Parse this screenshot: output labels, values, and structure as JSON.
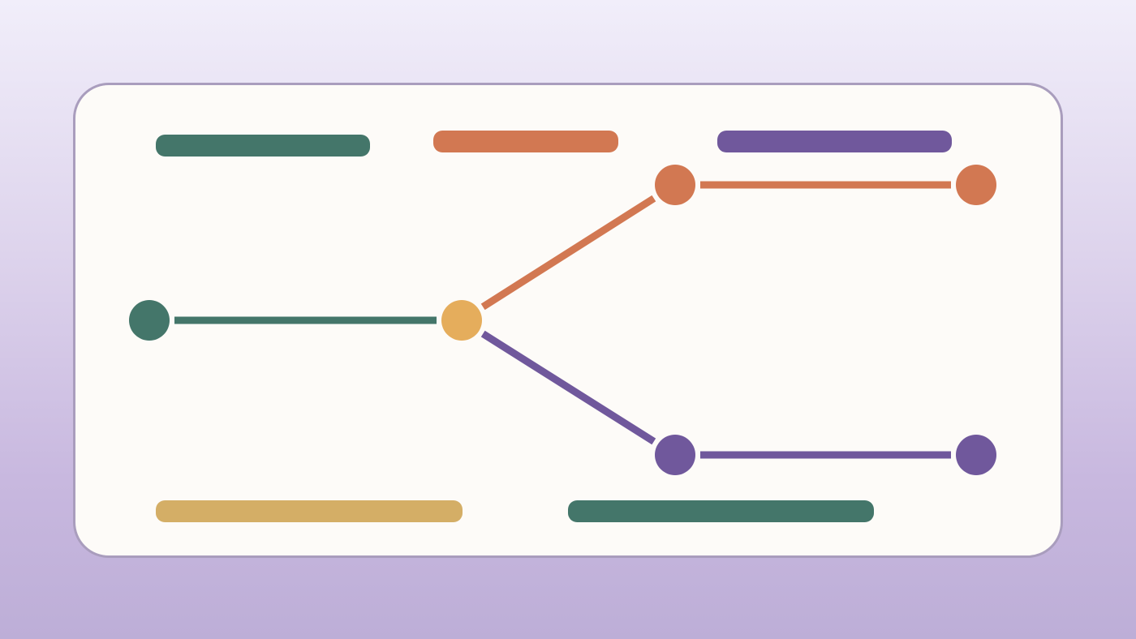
{
  "colors": {
    "background_top": "#f1eefa",
    "background_bottom": "#bdaed7",
    "card": "#fdfbf8",
    "card_border": "#a99dbd",
    "green": "#44766a",
    "orange": "#d27852",
    "purple": "#70589c",
    "yellow": "#e5ad5c",
    "mustard": "#d4ae66"
  },
  "nodes": [
    {
      "id": "start",
      "color": "green"
    },
    {
      "id": "branch",
      "color": "yellow"
    },
    {
      "id": "upper-mid",
      "color": "orange"
    },
    {
      "id": "upper-end",
      "color": "orange"
    },
    {
      "id": "lower-mid",
      "color": "purple"
    },
    {
      "id": "lower-end",
      "color": "purple"
    }
  ],
  "edges": [
    {
      "from": "start",
      "to": "branch",
      "color": "green"
    },
    {
      "from": "branch",
      "to": "upper-mid",
      "color": "orange"
    },
    {
      "from": "upper-mid",
      "to": "upper-end",
      "color": "orange"
    },
    {
      "from": "branch",
      "to": "lower-mid",
      "color": "purple"
    },
    {
      "from": "lower-mid",
      "to": "lower-end",
      "color": "purple"
    }
  ],
  "label_bars": [
    {
      "id": "top-left",
      "color": "green"
    },
    {
      "id": "top-center",
      "color": "orange"
    },
    {
      "id": "top-right",
      "color": "purple"
    },
    {
      "id": "bottom-left",
      "color": "mustard"
    },
    {
      "id": "bottom-right",
      "color": "green"
    }
  ]
}
